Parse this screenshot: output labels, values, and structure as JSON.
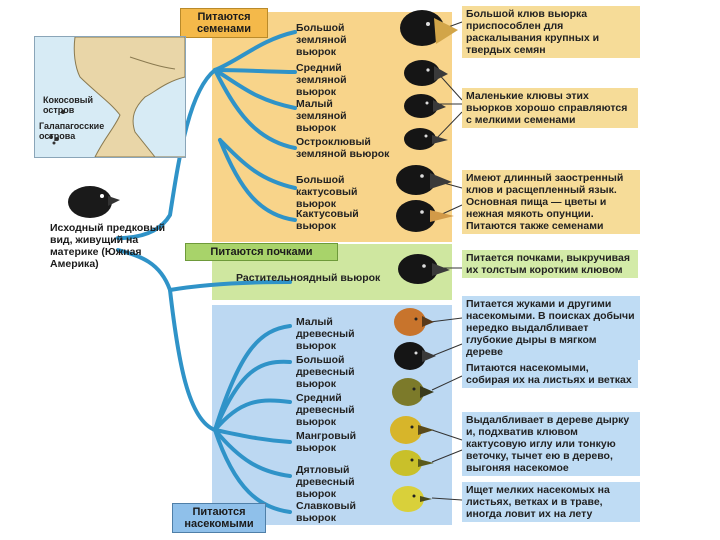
{
  "groups": {
    "seeds": "Питаются семенами",
    "buds": "Питаются почками",
    "insects": "Питаются насекомыми"
  },
  "map": {
    "cocos": "Кокосовый остров",
    "galapagos": "Галапагосские острова"
  },
  "ancestor": "Исходный предковый вид, живущий на материке (Южная Америка)",
  "species": [
    "Большой земляной вьюрок",
    "Средний земляной вьюрок",
    "Малый земляной вьюрок",
    "Остроклювый земляной вьюрок",
    "Большой кактусовый вьюрок",
    "Кактусовый вьюрок",
    "Растительноядный вьюрок",
    "Малый древесный вьюрок",
    "Большой древесный вьюрок",
    "Средний древесный вьюрок",
    "Мангровый вьюрок",
    "Дятловый древесный вьюрок",
    "Славковый вьюрок"
  ],
  "descriptions": [
    "Большой клюв вьюрка приспособлен для раскалывания крупных и твердых семян",
    "Маленькие клювы этих вьюрков хорошо справляются с мелкими семенами",
    "Имеют длинный заостренный клюв и расщепленный язык. Основная пища — цветы и нежная мякоть опунции. Питаются также семенами",
    "Питается почками, выкручивая их толстым коротким клювом",
    "Питается жуками и другими насекомыми. В поисках добычи нередко выдалбливает глубокие дыры в мягком дереве",
    "Питаются насекомыми, собирая их на листьях и ветках",
    "Выдалбливает в дереве дырку и, подхватив клювом кактусовую иглу или тонкую веточку, тычет ею в дерево, выгоняя насекомое",
    "Ищет мелких насекомых на листьях, ветках и в траве, иногда ловит их на лету"
  ],
  "colors": {
    "seeds_bg": "#f8d48a",
    "buds_bg": "#cfe7a0",
    "insects_bg": "#bcd8f2",
    "tree_line": "#2f93c8"
  }
}
